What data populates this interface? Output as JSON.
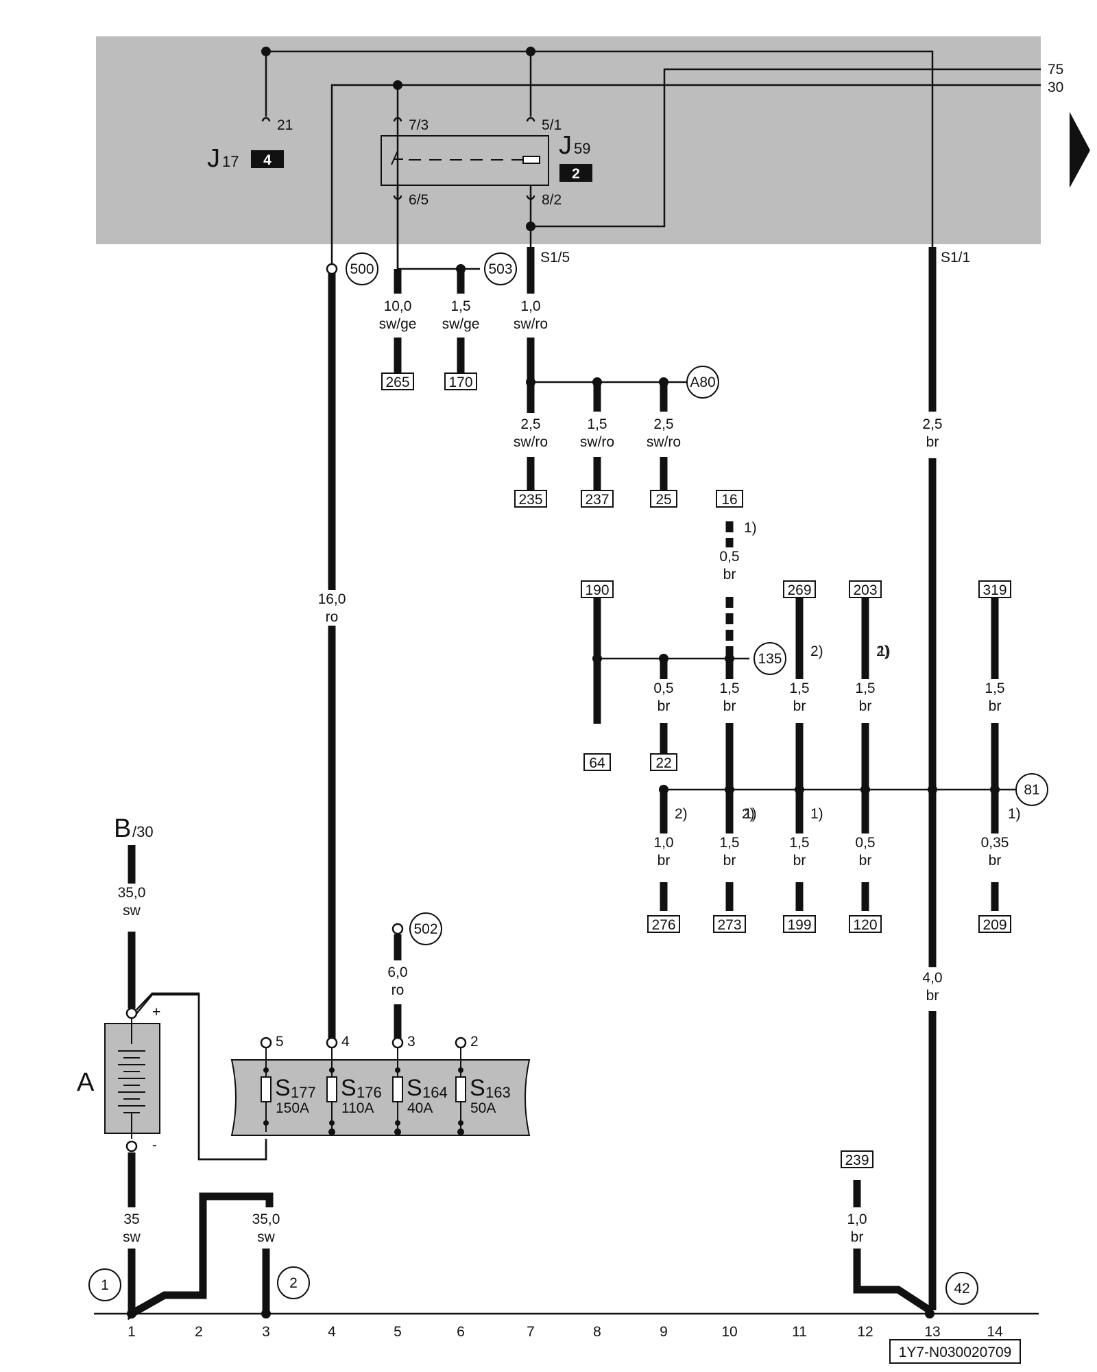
{
  "header": {
    "terminal_75": "75",
    "terminal_30": "30",
    "j17_label": "J",
    "j17_sub": "17",
    "j17_badge": "4",
    "j17_pin": "21",
    "j59_label": "J",
    "j59_sub": "59",
    "j59_badge": "2",
    "j59_pins": [
      "7/3",
      "5/1",
      "6/5",
      "8/2"
    ],
    "s15": "S1/5",
    "s11": "S1/1"
  },
  "circles": [
    "500",
    "503",
    "A80",
    "135",
    "81",
    "502",
    "1",
    "2",
    "42"
  ],
  "boxes": [
    "265",
    "170",
    "235",
    "237",
    "25",
    "16",
    "190",
    "64",
    "22",
    "269",
    "203",
    "319",
    "276",
    "273",
    "199",
    "120",
    "209",
    "239"
  ],
  "wires": [
    [
      "10,0",
      "sw/ge"
    ],
    [
      "1,5",
      "sw/ge"
    ],
    [
      "1,0",
      "sw/ro"
    ],
    [
      "16,0",
      "ro"
    ],
    [
      "2,5",
      "sw/ro"
    ],
    [
      "1,5",
      "sw/ro"
    ],
    [
      "2,5",
      "sw/ro"
    ],
    [
      "2,5",
      "br"
    ],
    [
      "0,5",
      "br"
    ],
    [
      "0,5",
      "br"
    ],
    [
      "1,5",
      "br"
    ],
    [
      "1,5",
      "br"
    ],
    [
      "1,5",
      "br"
    ],
    [
      "1,5",
      "br"
    ],
    [
      "1,0",
      "br"
    ],
    [
      "1,5",
      "br"
    ],
    [
      "1,5",
      "br"
    ],
    [
      "0,5",
      "br"
    ],
    [
      "0,35",
      "br"
    ],
    [
      "35,0",
      "sw"
    ],
    [
      "6,0",
      "ro"
    ],
    [
      "4,0",
      "br"
    ],
    [
      "35",
      "sw"
    ],
    [
      "35,0",
      "sw"
    ],
    [
      "1,0",
      "br"
    ]
  ],
  "footnotes": [
    "1)",
    "2)",
    "2)",
    "1)",
    "2)",
    "2)",
    "1)",
    "1)",
    "1)"
  ],
  "battery": {
    "label": "A",
    "plus": "+",
    "minus": "-",
    "source": "B",
    "source_sub": "/30"
  },
  "fuses": [
    {
      "id": "S",
      "sub": "177",
      "rating": "150A",
      "pin": "5"
    },
    {
      "id": "S",
      "sub": "176",
      "rating": "110A",
      "pin": "4"
    },
    {
      "id": "S",
      "sub": "164",
      "rating": "40A",
      "pin": "3"
    },
    {
      "id": "S",
      "sub": "163",
      "rating": "50A",
      "pin": "2"
    }
  ],
  "columns": [
    "1",
    "2",
    "3",
    "4",
    "5",
    "6",
    "7",
    "8",
    "9",
    "10",
    "11",
    "12",
    "13",
    "14"
  ],
  "doc_code": "1Y7-N030020709",
  "colors": {
    "panel": "#bdbdbd",
    "wire": "#111111",
    "background": "#ffffff"
  }
}
